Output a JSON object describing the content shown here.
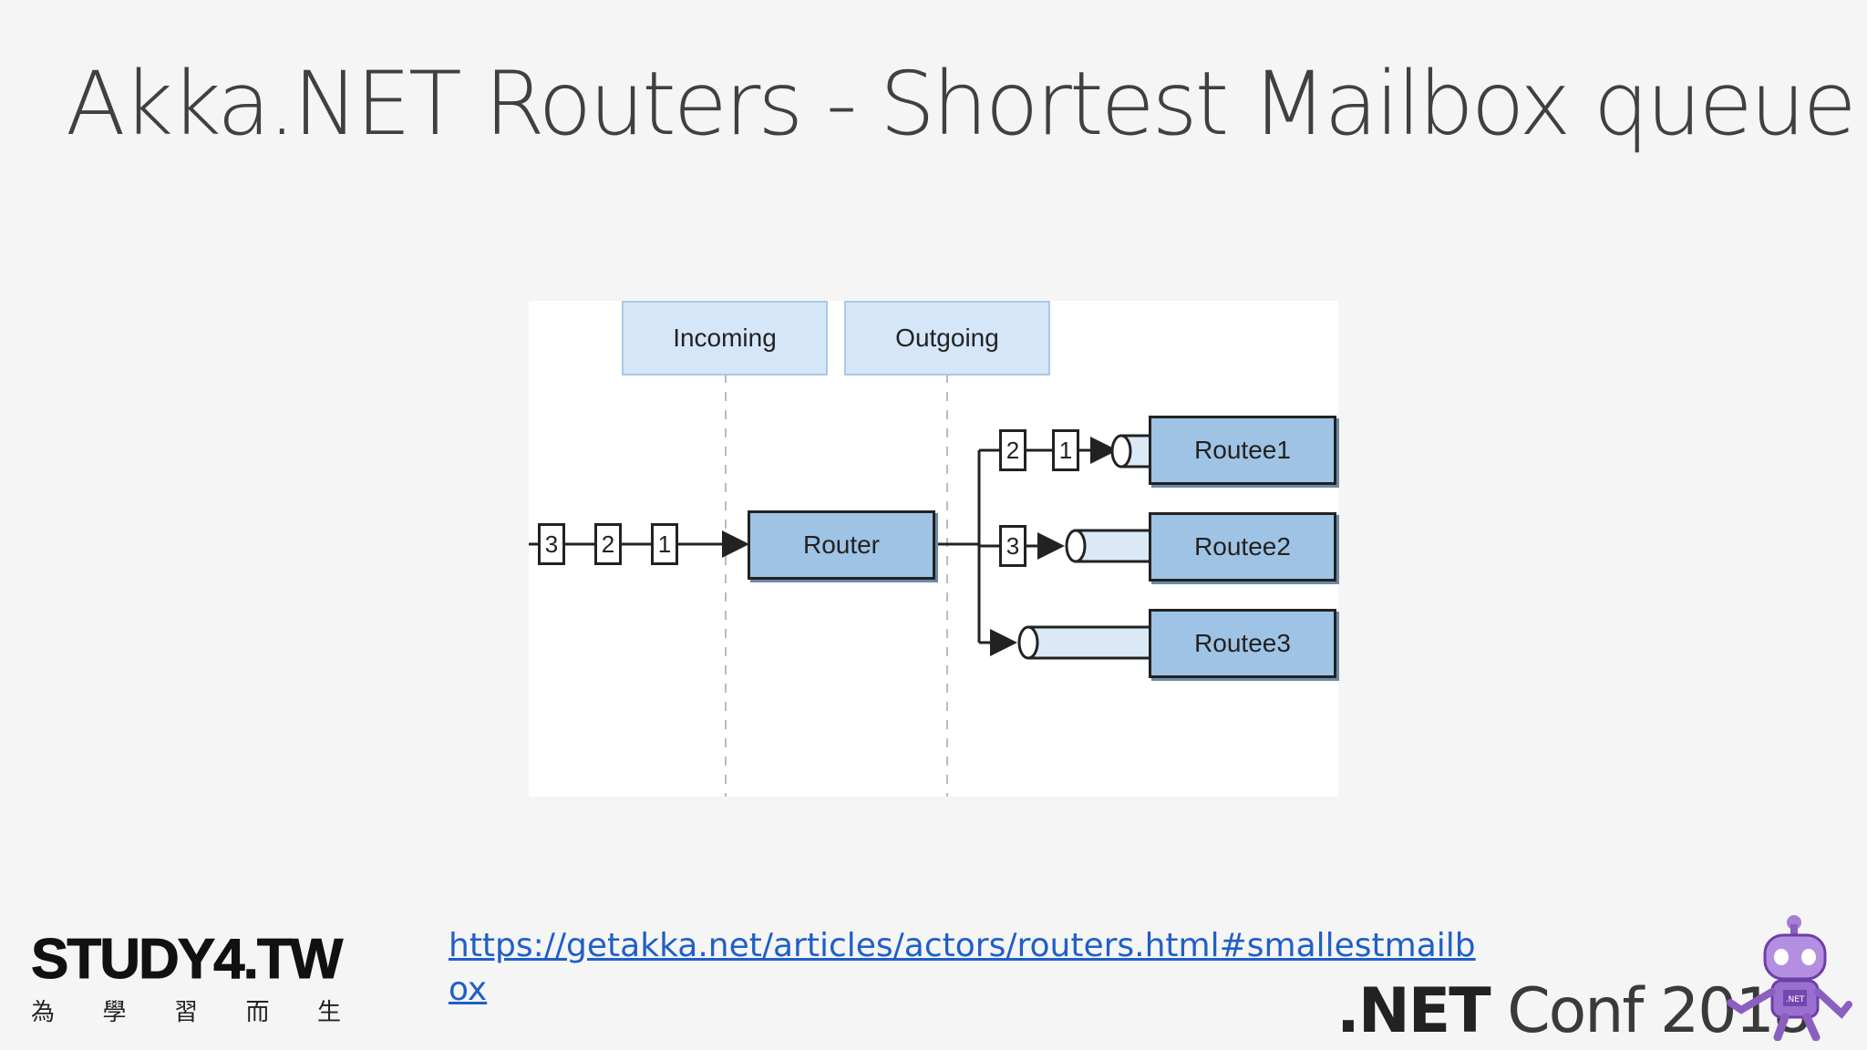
{
  "slide": {
    "title": "Akka.NET Routers - Shortest Mailbox queue"
  },
  "diagram": {
    "lanes": [
      "Incoming",
      "Outgoing"
    ],
    "incoming_messages": [
      "3",
      "2",
      "1"
    ],
    "router_label": "Router",
    "routees": [
      {
        "label": "Routee1",
        "queued_messages": [
          "2",
          "1"
        ]
      },
      {
        "label": "Routee2",
        "queued_messages": [
          "3"
        ]
      },
      {
        "label": "Routee3",
        "queued_messages": []
      }
    ]
  },
  "link": {
    "line1": "https://getakka.net/articles/actors/routers.html#smallestmailb",
    "line2": "ox"
  },
  "footer": {
    "study_brand": "STUDY4.TW",
    "study_slogan": [
      "為",
      "學",
      "習",
      "而",
      "生"
    ],
    "conf_prefix": ".NET",
    "conf_suffix": "Conf 2018",
    "bot_badge": ".NET"
  },
  "colors": {
    "node_fill": "#9fc3e5",
    "lane_header_fill": "#d4e6f7",
    "link": "#1f5fc8"
  }
}
